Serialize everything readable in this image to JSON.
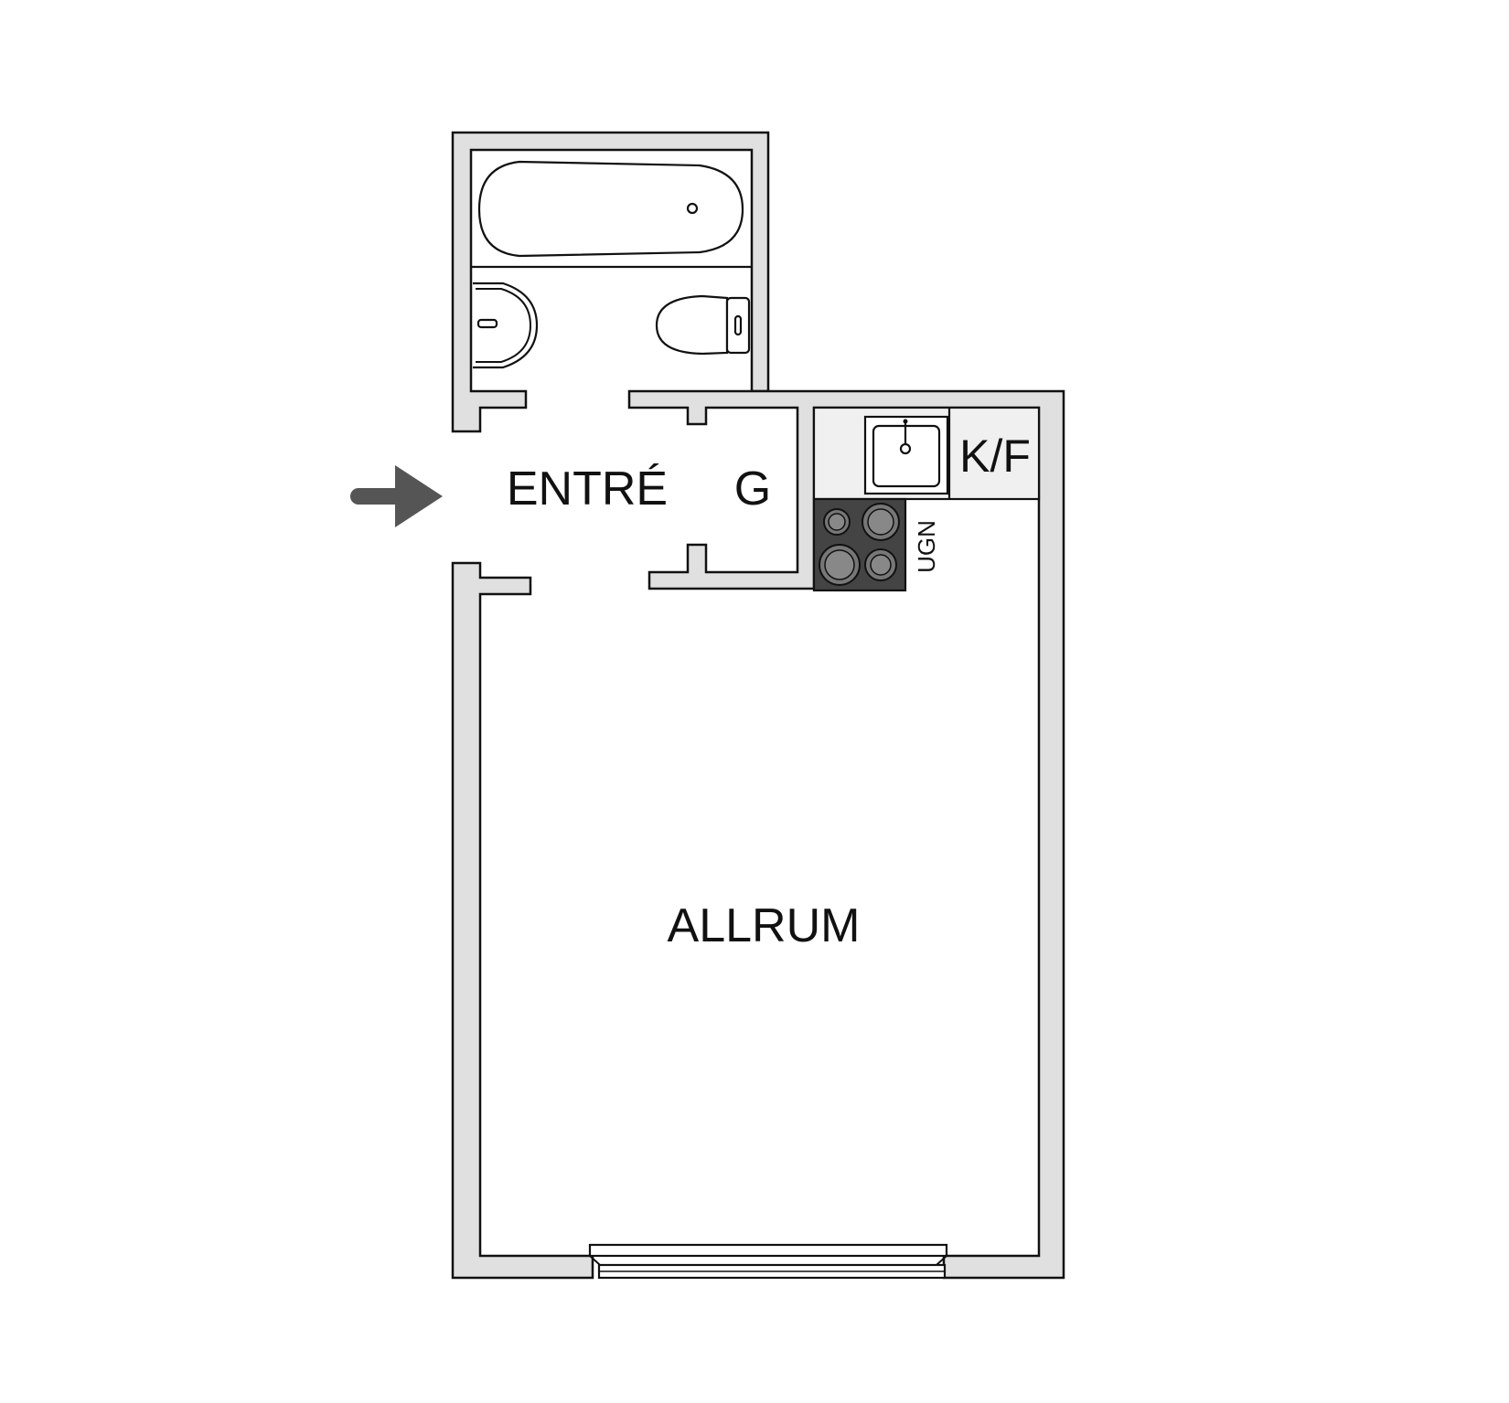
{
  "rooms": {
    "entre": "ENTRÉ",
    "garderob": "G",
    "kyl_frys": "K/F",
    "ugn": "UGN",
    "allrum": "ALLRUM"
  },
  "icons": {
    "entrance_arrow": "entrance-arrow-icon"
  },
  "colors": {
    "wall_fill": "#e0e0e0",
    "outline": "#111111",
    "stove": "#444444",
    "arrow": "#555555"
  }
}
